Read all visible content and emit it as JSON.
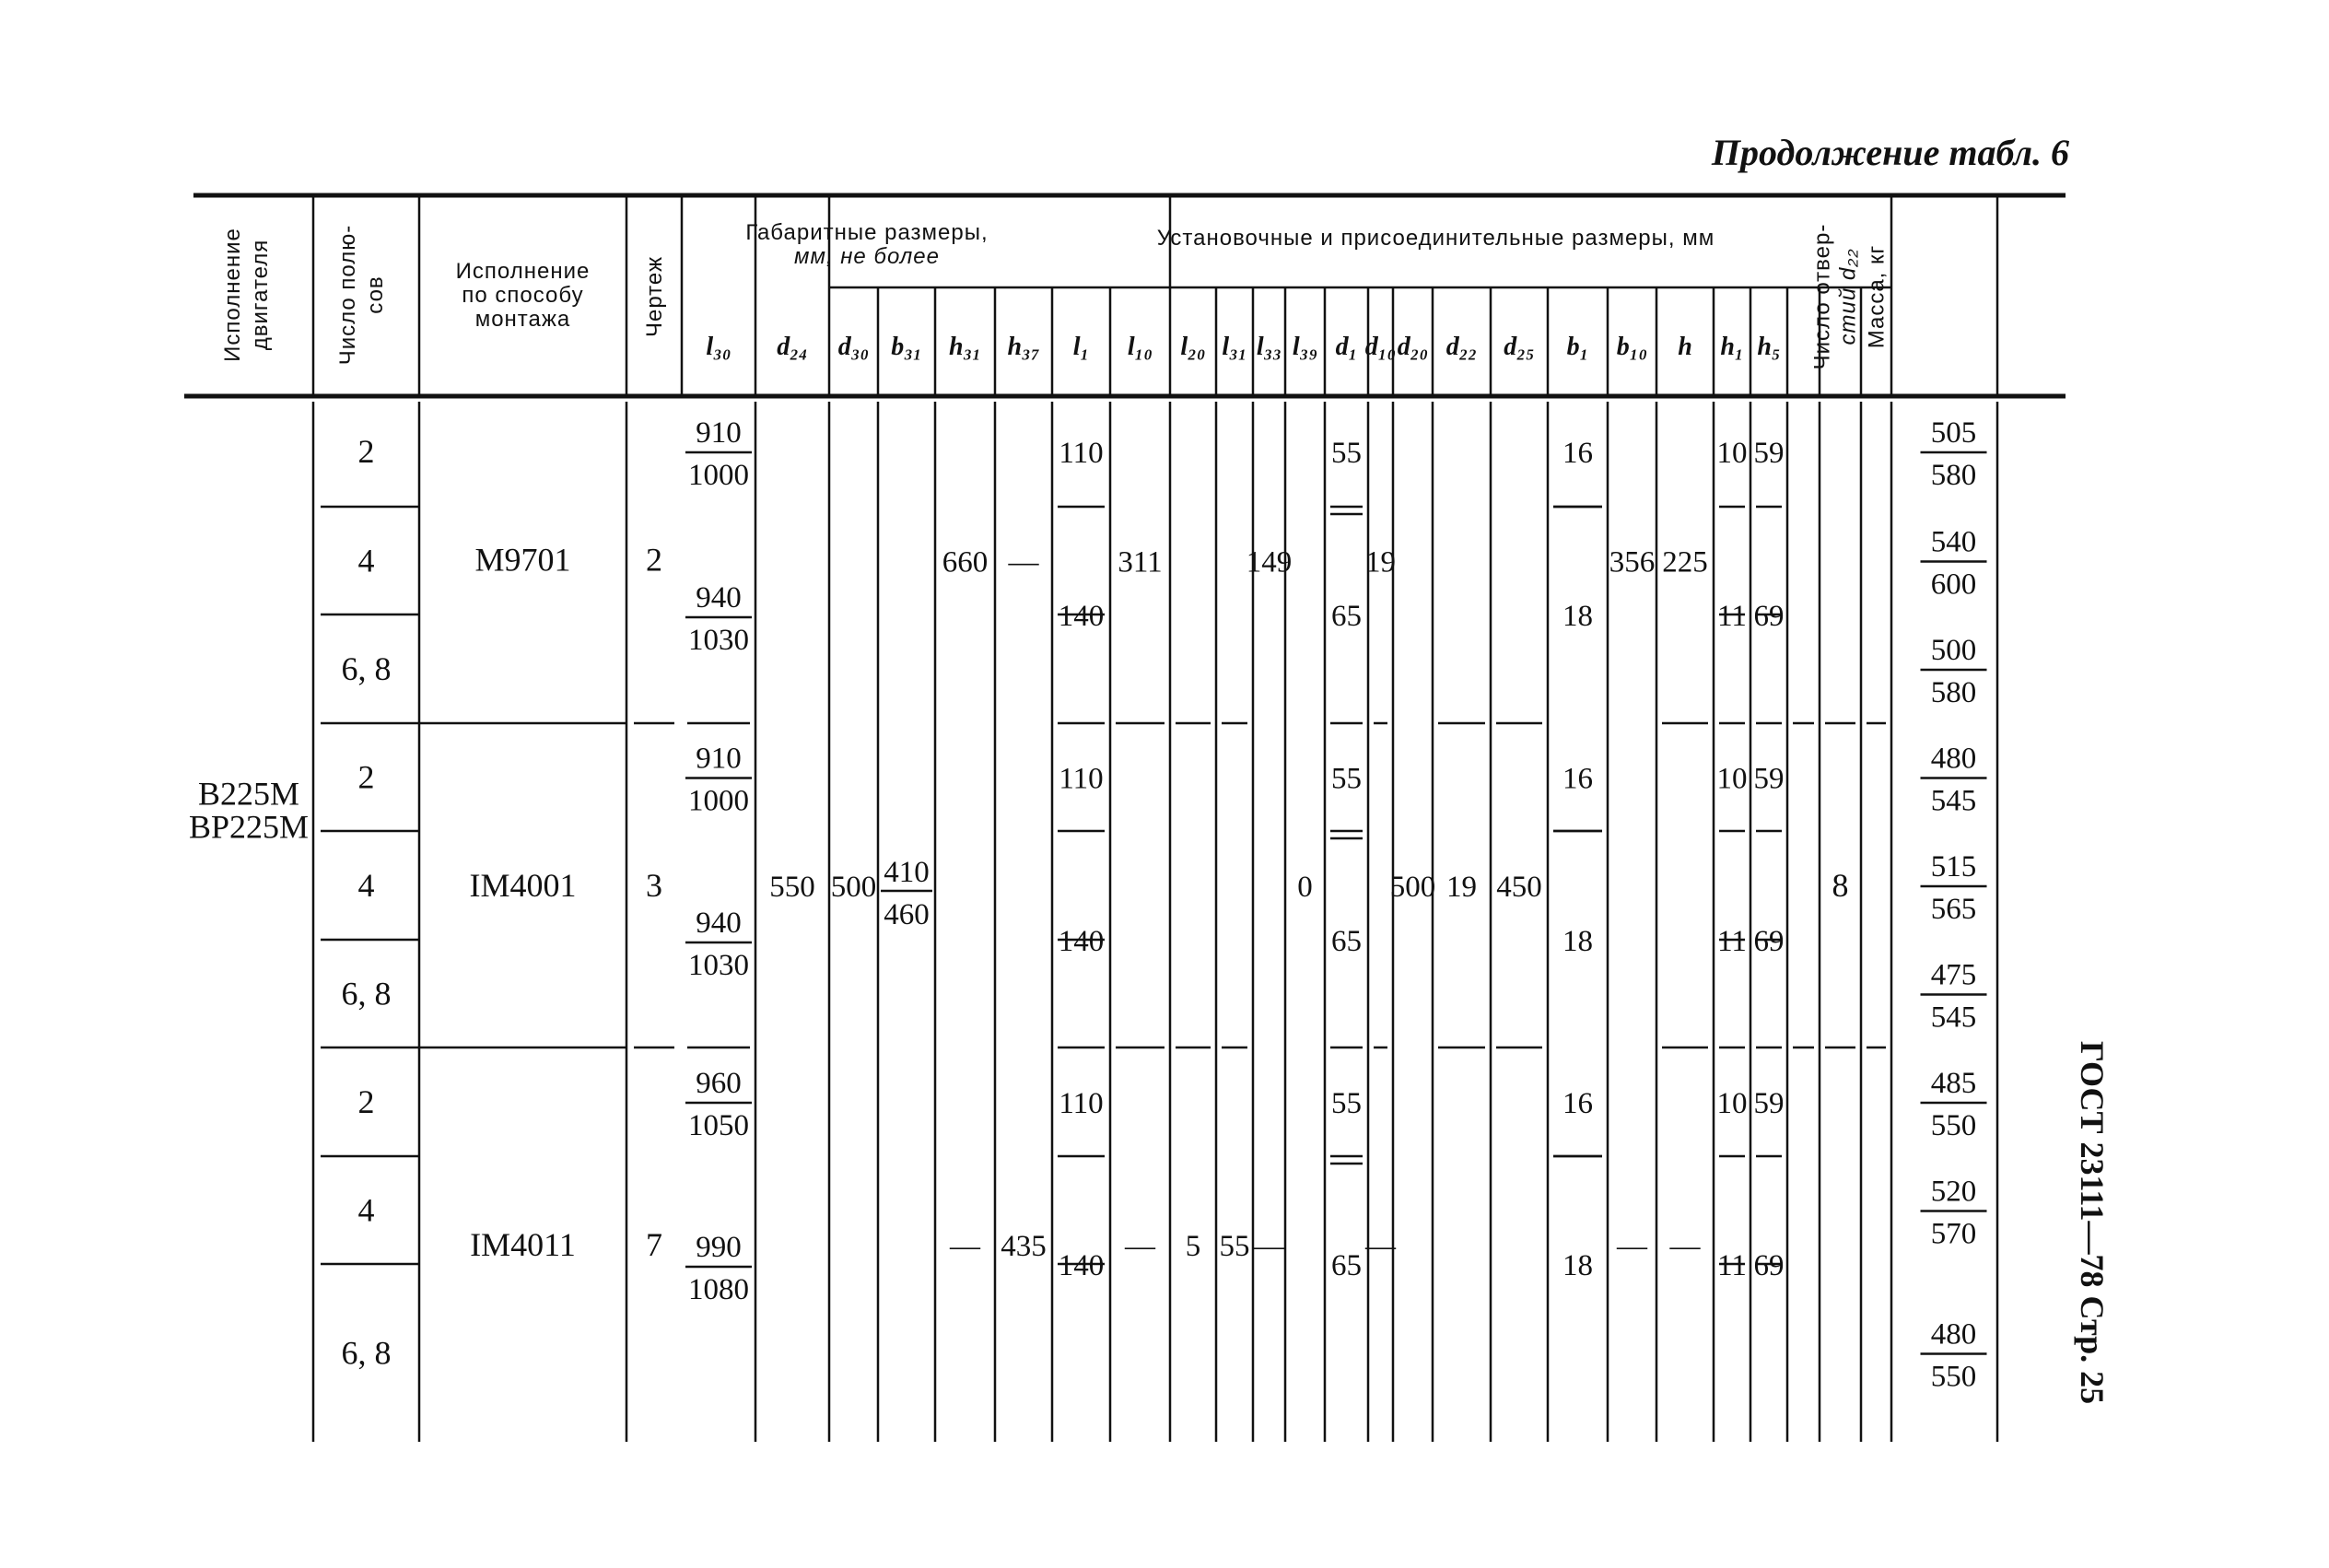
{
  "continuation": "Продолжение табл. 6",
  "side_label": "ГОСТ 23111—78 Стр. 25",
  "headers": {
    "engine": [
      "Исполнение",
      "двигателя"
    ],
    "poles": [
      "Число полю-",
      "сов"
    ],
    "mount": [
      "Исполнение",
      "по способу",
      "монтажа"
    ],
    "drawing": "Чертеж",
    "overall": [
      "Габаритные размеры,",
      "мм, не более"
    ],
    "install": "Установочные и присоединительные размеры, мм",
    "holes": [
      "Число отвер-",
      "стий d₂₂"
    ],
    "mass": "Масса, кг"
  },
  "subheaders": [
    "l₃₀",
    "d₂₄",
    "d₃₀",
    "b₃₁",
    "h₃₁",
    "h₃₇",
    "l₁",
    "l₁₀",
    "l₂₀",
    "l₃₁",
    "l₃₃",
    "l₃₉",
    "d₁",
    "d₁₀",
    "d₂₀",
    "d₂₂",
    "d₂₅",
    "b₁",
    "b₁₀",
    "h",
    "h₁",
    "h₅"
  ],
  "engine_model": [
    "B225M",
    "BP225M"
  ],
  "poles": [
    "2",
    "4",
    "6, 8",
    "2",
    "4",
    "6, 8",
    "2",
    "4",
    "6, 8"
  ],
  "mounts": [
    "M9701",
    "IM4001",
    "IM4011"
  ],
  "drawings": [
    "2",
    "3",
    "7"
  ],
  "l30": [
    [
      "910",
      "1000"
    ],
    [
      "940",
      "1030"
    ],
    [
      "910",
      "1000"
    ],
    [
      "940",
      "1030"
    ],
    [
      "960",
      "1050"
    ],
    [
      "990",
      "1080"
    ]
  ],
  "d24": "550",
  "d30": "500",
  "b31": [
    "410",
    "460"
  ],
  "h31": [
    "660",
    "—"
  ],
  "h37": [
    "—",
    "435"
  ],
  "l1": [
    "110",
    "140",
    "110",
    "140",
    "110",
    "140"
  ],
  "l10": [
    "311",
    "—"
  ],
  "l20": "5",
  "l31": "55",
  "l33": [
    "149",
    "—"
  ],
  "l39": "0",
  "d1": [
    "55",
    "65",
    "55",
    "65",
    "55",
    "65"
  ],
  "d10": [
    "19",
    "—"
  ],
  "d20": "500",
  "d22": "19",
  "d25": "450",
  "b1": [
    "16",
    "18",
    "16",
    "18",
    "16",
    "18"
  ],
  "b10": [
    "356",
    "—"
  ],
  "h": [
    "225",
    "—"
  ],
  "h1": [
    "10",
    "11",
    "10",
    "11",
    "10",
    "11"
  ],
  "h5": [
    "59",
    "69",
    "59",
    "69",
    "59",
    "69"
  ],
  "holes": "8",
  "mass": [
    [
      "505",
      "580"
    ],
    [
      "540",
      "600"
    ],
    [
      "500",
      "580"
    ],
    [
      "480",
      "545"
    ],
    [
      "515",
      "565"
    ],
    [
      "475",
      "545"
    ],
    [
      "485",
      "550"
    ],
    [
      "520",
      "570"
    ],
    [
      "480",
      "550"
    ]
  ]
}
